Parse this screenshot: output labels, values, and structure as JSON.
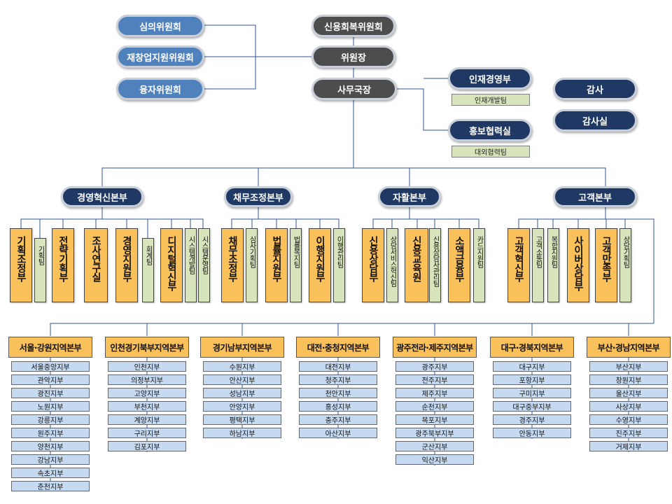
{
  "committees": [
    "심의위원회",
    "재창업지원위원회",
    "융자위원회"
  ],
  "top": {
    "recovery_committee": "신용회복위원회",
    "chairman": "위원장",
    "secretary_general": "사무국장"
  },
  "staff": [
    {
      "name": "인재경영부",
      "team": "인재개발팀"
    },
    {
      "name": "홍보협력실",
      "team": "대외협력팀"
    }
  ],
  "audit": [
    "감사",
    "감사실"
  ],
  "divisions": [
    {
      "name": "경영혁신본부",
      "units": [
        {
          "label": "기획조정부",
          "kind": "dept"
        },
        {
          "label": "기획팀",
          "kind": "team"
        },
        {
          "label": "전략기획부",
          "kind": "dept"
        },
        {
          "label": "조사연구실",
          "kind": "dept"
        },
        {
          "label": "경영지원부",
          "kind": "dept"
        },
        {
          "label": "회계팀",
          "kind": "team"
        },
        {
          "label": "디지털혁신부",
          "kind": "dept"
        },
        {
          "label": "시스템개발팀",
          "kind": "team"
        },
        {
          "label": "시스템운영팀",
          "kind": "team"
        }
      ]
    },
    {
      "name": "채무조정본부",
      "units": [
        {
          "label": "채무조정부",
          "kind": "dept"
        },
        {
          "label": "심사기획팀",
          "kind": "team"
        },
        {
          "label": "법률지원부",
          "kind": "dept"
        },
        {
          "label": "법률복지팀",
          "kind": "team"
        },
        {
          "label": "이행지원부",
          "kind": "dept"
        },
        {
          "label": "이행관리팀",
          "kind": "team"
        }
      ]
    },
    {
      "name": "자활본부",
      "units": [
        {
          "label": "신용상담부",
          "kind": "dept"
        },
        {
          "label": "상담서비스혁신팀",
          "kind": "team"
        },
        {
          "label": "신용교육원",
          "kind": "dept"
        },
        {
          "label": "신용상담사관리팀",
          "kind": "team"
        },
        {
          "label": "소액금융부",
          "kind": "dept"
        },
        {
          "label": "카드지원팀",
          "kind": "team"
        }
      ]
    },
    {
      "name": "고객본부",
      "units": [
        {
          "label": "고객혁신부",
          "kind": "dept"
        },
        {
          "label": "고객소통팀",
          "kind": "team"
        },
        {
          "label": "복합지원팀",
          "kind": "team"
        },
        {
          "label": "사이버상담부",
          "kind": "dept"
        },
        {
          "label": "고객만족부",
          "kind": "dept"
        },
        {
          "label": "상담기획팀",
          "kind": "team"
        }
      ]
    }
  ],
  "regions": [
    {
      "name": "서울·강원지역본부",
      "branches": [
        "서울중앙지부",
        "관악지부",
        "광진지부",
        "노원지부",
        "강릉지부",
        "원주지부",
        "양천지부",
        "강남지부",
        "속초지부",
        "춘천지부"
      ]
    },
    {
      "name": "인천경기북부지역본부",
      "branches": [
        "인천지부",
        "의정부지부",
        "고양지부",
        "부천지부",
        "계양지부",
        "구리지부",
        "김포지부"
      ]
    },
    {
      "name": "경기남부지역본부",
      "branches": [
        "수원지부",
        "안산지부",
        "성남지부",
        "안양지부",
        "평택지부",
        "하남지부"
      ]
    },
    {
      "name": "대전·충청지역본부",
      "branches": [
        "대전지부",
        "청주지부",
        "천안지부",
        "홍성지부",
        "충주지부",
        "아산지부"
      ]
    },
    {
      "name": "광주전라·제주지역본부",
      "branches": [
        "광주지부",
        "전주지부",
        "제주지부",
        "순천지부",
        "목포지부",
        "광주북부지부",
        "군산지부",
        "익산지부"
      ]
    },
    {
      "name": "대구·경북지역본부",
      "branches": [
        "대구지부",
        "포항지부",
        "구미지부",
        "대구중부지부",
        "경주지부",
        "안동지부"
      ]
    },
    {
      "name": "부산·경남지역본부",
      "branches": [
        "부산지부",
        "창원지부",
        "울산지부",
        "사상지부",
        "수영지부",
        "진주지부",
        "거제지부"
      ]
    }
  ]
}
